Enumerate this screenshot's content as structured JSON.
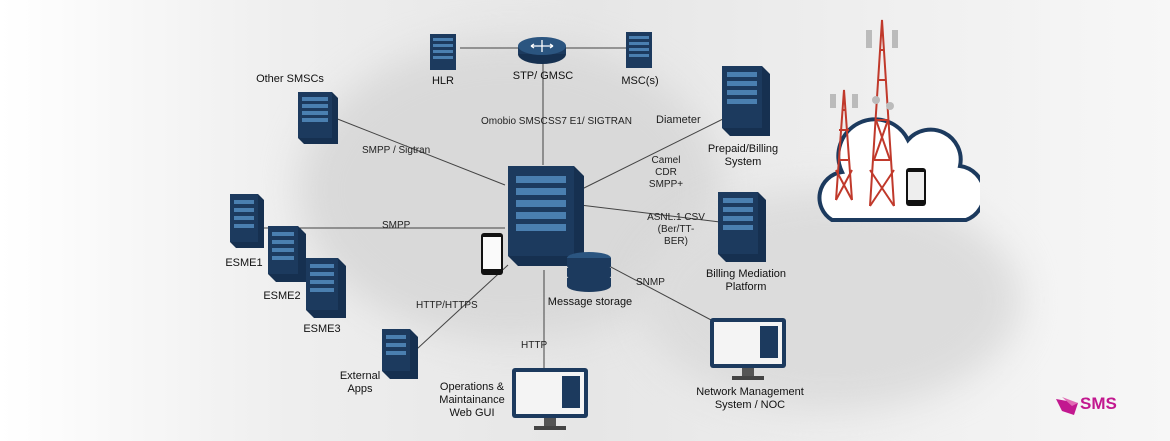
{
  "nodes": {
    "hlr": "HLR",
    "stp": "STP/ GMSC",
    "msc": "MSC(s)",
    "other_smscs": "Other SMSCs",
    "diameter": "Diameter",
    "prepaid": "Prepaid/Billing\nSystem",
    "esme1": "ESME1",
    "esme2": "ESME2",
    "esme3": "ESME3",
    "billing_mediation": "Billing Mediation\nPlatform",
    "message_storage": "Message storage",
    "external_apps": "External\nApps",
    "oam": "Operations &\nMaintainance\nWeb GUI",
    "nms": "Network Management\nSystem / NOC"
  },
  "links": {
    "omobio_smsc": "Omobio SMSC",
    "ss7": "SS7 E1/ SIGTRAN",
    "smpp_sigtran": "SMPP / Sigtran",
    "camel": "Camel\nCDR\nSMPP+",
    "smpp": "SMPP",
    "asn": "ASNL.1 CSV\n(Ber/TT-BER)",
    "snmp": "SNMP",
    "http_https": "HTTP/HTTPS",
    "http": "HTTP"
  },
  "logo": {
    "text": "SMS",
    "color": "#c2188f"
  },
  "colors": {
    "server_dark": "#1c3a5e",
    "server_mid": "#2b5580",
    "line": "#444444"
  }
}
